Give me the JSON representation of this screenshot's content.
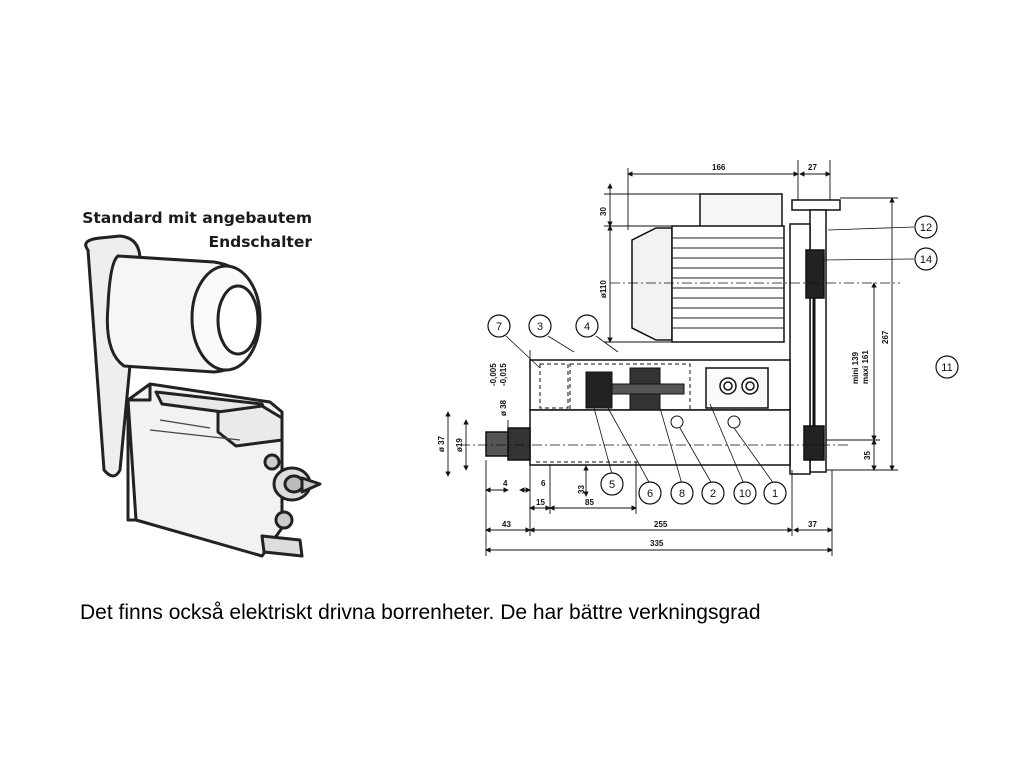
{
  "photo": {
    "caption_line1": "Standard mit angebautem",
    "caption_line2": "Endschalter"
  },
  "drawing": {
    "dims": {
      "d166": "166",
      "d27": "27",
      "d30": "30",
      "d110": "ø110",
      "d267": "267",
      "mini": "mini 139",
      "maxi": "maxi 161",
      "d35": "35",
      "d005": "-0,005",
      "d015": "-0,015",
      "d38": "ø 38",
      "d37v": "ø 37",
      "d19": "ø19",
      "d4": "4",
      "d6": "6",
      "d33": "33",
      "d15": "15",
      "d85": "85",
      "d43": "43",
      "d255": "255",
      "d37h": "37",
      "d335": "335"
    },
    "callouts": [
      "7",
      "3",
      "4",
      "5",
      "6",
      "8",
      "2",
      "10",
      "1",
      "12",
      "14",
      "11"
    ]
  },
  "text": {
    "main": "Det finns också elektriskt drivna borrenheter. De har bättre verkningsgrad"
  }
}
